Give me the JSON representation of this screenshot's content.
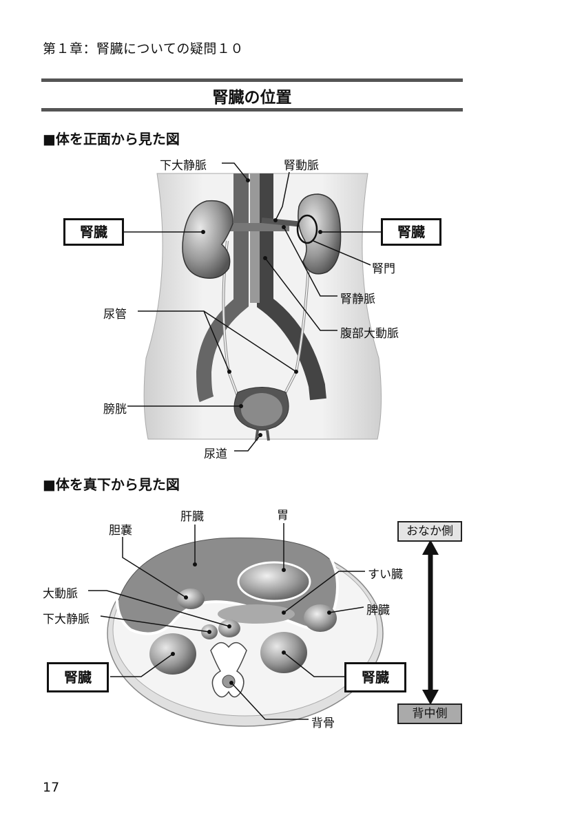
{
  "header": {
    "chapter": "第１章：腎臓についての疑問１０"
  },
  "title": "腎臓の位置",
  "front_view": {
    "heading": "■体を正面から見た図",
    "labels": {
      "ivc": "下大静脈",
      "renal_artery": "腎動脈",
      "kidney_left": "腎臓",
      "kidney_right": "腎臓",
      "hilum": "腎門",
      "renal_vein": "腎静脈",
      "ureter": "尿管",
      "aorta": "腹部大動脈",
      "bladder": "膀胱",
      "urethra": "尿道"
    }
  },
  "bottom_view": {
    "heading": "■体を真下から見た図",
    "labels": {
      "liver": "肝臓",
      "stomach": "胃",
      "gallbladder": "胆嚢",
      "pancreas": "すい臓",
      "aorta": "大動脈",
      "spleen": "脾臓",
      "ivc": "下大静脈",
      "kidney_left": "腎臓",
      "kidney_right": "腎臓",
      "spine": "背骨",
      "belly_side": "おなか側",
      "back_side": "背中側"
    }
  },
  "footer": {
    "page_number": "17"
  }
}
